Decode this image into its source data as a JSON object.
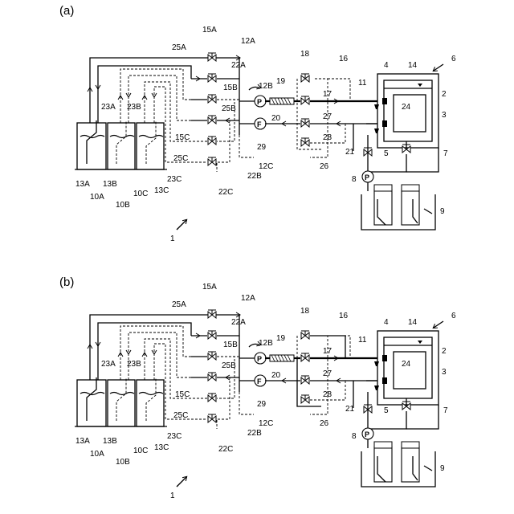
{
  "panels": [
    {
      "title": "(a)"
    },
    {
      "title": "(b)"
    }
  ],
  "reference_numerals": [
    {
      "id": "15A",
      "text": "15A"
    },
    {
      "id": "12A",
      "text": "12A"
    },
    {
      "id": "25A",
      "text": "25A"
    },
    {
      "id": "22A",
      "text": "22A"
    },
    {
      "id": "18",
      "text": "18"
    },
    {
      "id": "16",
      "text": "16"
    },
    {
      "id": "6",
      "text": "6"
    },
    {
      "id": "12B",
      "text": "12B"
    },
    {
      "id": "15B",
      "text": "15B"
    },
    {
      "id": "19",
      "text": "19"
    },
    {
      "id": "17",
      "text": "17"
    },
    {
      "id": "11",
      "text": "11"
    },
    {
      "id": "4",
      "text": "4"
    },
    {
      "id": "14",
      "text": "14"
    },
    {
      "id": "2",
      "text": "2"
    },
    {
      "id": "23A",
      "text": "23A"
    },
    {
      "id": "23B",
      "text": "23B"
    },
    {
      "id": "25B",
      "text": "25B"
    },
    {
      "id": "24",
      "text": "24"
    },
    {
      "id": "3",
      "text": "3"
    },
    {
      "id": "20",
      "text": "20"
    },
    {
      "id": "27",
      "text": "27"
    },
    {
      "id": "15C",
      "text": "15C"
    },
    {
      "id": "29",
      "text": "29"
    },
    {
      "id": "28",
      "text": "28"
    },
    {
      "id": "21",
      "text": "21"
    },
    {
      "id": "5",
      "text": "5"
    },
    {
      "id": "7",
      "text": "7"
    },
    {
      "id": "25C",
      "text": "25C"
    },
    {
      "id": "12C",
      "text": "12C"
    },
    {
      "id": "26",
      "text": "26"
    },
    {
      "id": "22B",
      "text": "22B"
    },
    {
      "id": "23C",
      "text": "23C"
    },
    {
      "id": "8",
      "text": "8"
    },
    {
      "id": "13A",
      "text": "13A"
    },
    {
      "id": "13B",
      "text": "13B"
    },
    {
      "id": "10C",
      "text": "10C"
    },
    {
      "id": "13C",
      "text": "13C"
    },
    {
      "id": "22C",
      "text": "22C"
    },
    {
      "id": "10A",
      "text": "10A"
    },
    {
      "id": "10B",
      "text": "10B"
    },
    {
      "id": "9",
      "text": "9"
    },
    {
      "id": "1",
      "text": "1"
    }
  ]
}
